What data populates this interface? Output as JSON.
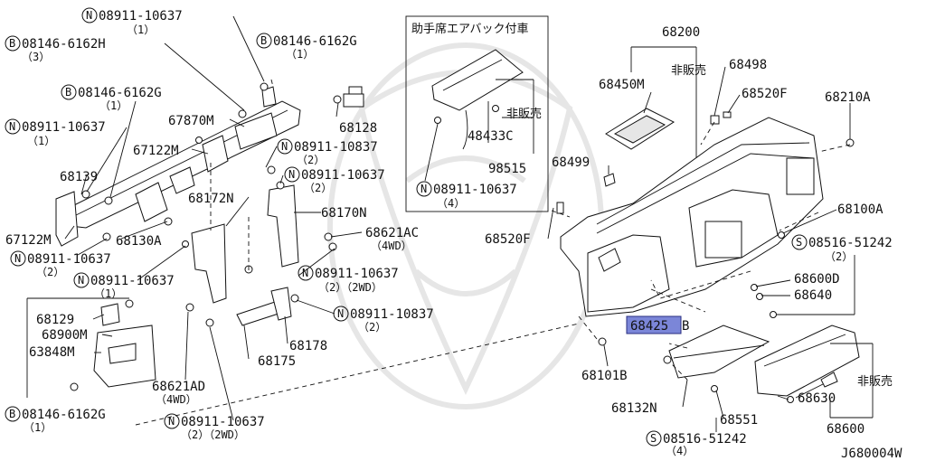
{
  "inset": {
    "title": "助手席エアバック付車",
    "not_for_sale": "非販売",
    "labels": [
      "48433C",
      "98515",
      "08911-10637",
      "（4）"
    ]
  },
  "labels": {
    "a1": "08911-10637",
    "a1q": "（1）",
    "a2": "08146-6162H",
    "a2q": "（3）",
    "a3": "08146-6162G",
    "a3q": "（1）",
    "a4": "08146-6162G",
    "a4q": "（1）",
    "a5": "08911-10637",
    "a5q": "（1）",
    "p67870M": "67870M",
    "p67122M_1": "67122M",
    "p68139": "68139",
    "p67122M_2": "67122M",
    "p68130A": "68130A",
    "a6": "08911-10637",
    "a6q": "（2）",
    "a7": "08911-10637",
    "a7q": "（1）",
    "p68172N": "68172N",
    "a8": "08911-10837",
    "a8q": "（2）",
    "a9": "08911-10637",
    "a9q": "（2）",
    "p68170N": "68170N",
    "p68128": "68128",
    "p68621AC": "68621AC",
    "p68621ACq": "（4WD）",
    "a10": "08911-10637",
    "a10q": "（2）（2WD）",
    "a11": "08911-10837",
    "a11q": "（2）",
    "p68129": "68129",
    "p68900M": "68900M",
    "p63848M": "63848M",
    "p68178": "68178",
    "p68175": "68175",
    "p68621AD": "68621AD",
    "p68621ADq": "（4WD）",
    "a12": "08146-6162G",
    "a12q": "（1）",
    "a13": "08911-10637",
    "a13q": "（2）（2WD）",
    "p68200": "68200",
    "p68450M": "68450M",
    "nfs1": "非販売",
    "p68498": "68498",
    "p68520F_1": "68520F",
    "p68210A": "68210A",
    "p68499": "68499",
    "p68520F_2": "68520F",
    "p68100A": "68100A",
    "a14": "08516-51242",
    "a14q": "（2）",
    "p68600D": "68600D",
    "p68640": "68640",
    "p68425B_hl": "68425",
    "p68425B_b": "B",
    "p68101B": "68101B",
    "p68132N": "68132N",
    "p68551": "68551",
    "a15": "08516-51242",
    "a15q": "（4）",
    "p68630": "68630",
    "nfs2": "非販売",
    "p68600": "68600",
    "diagram_code": "J680004W"
  },
  "prefix": {
    "N": "N",
    "B": "B",
    "S": "S"
  }
}
